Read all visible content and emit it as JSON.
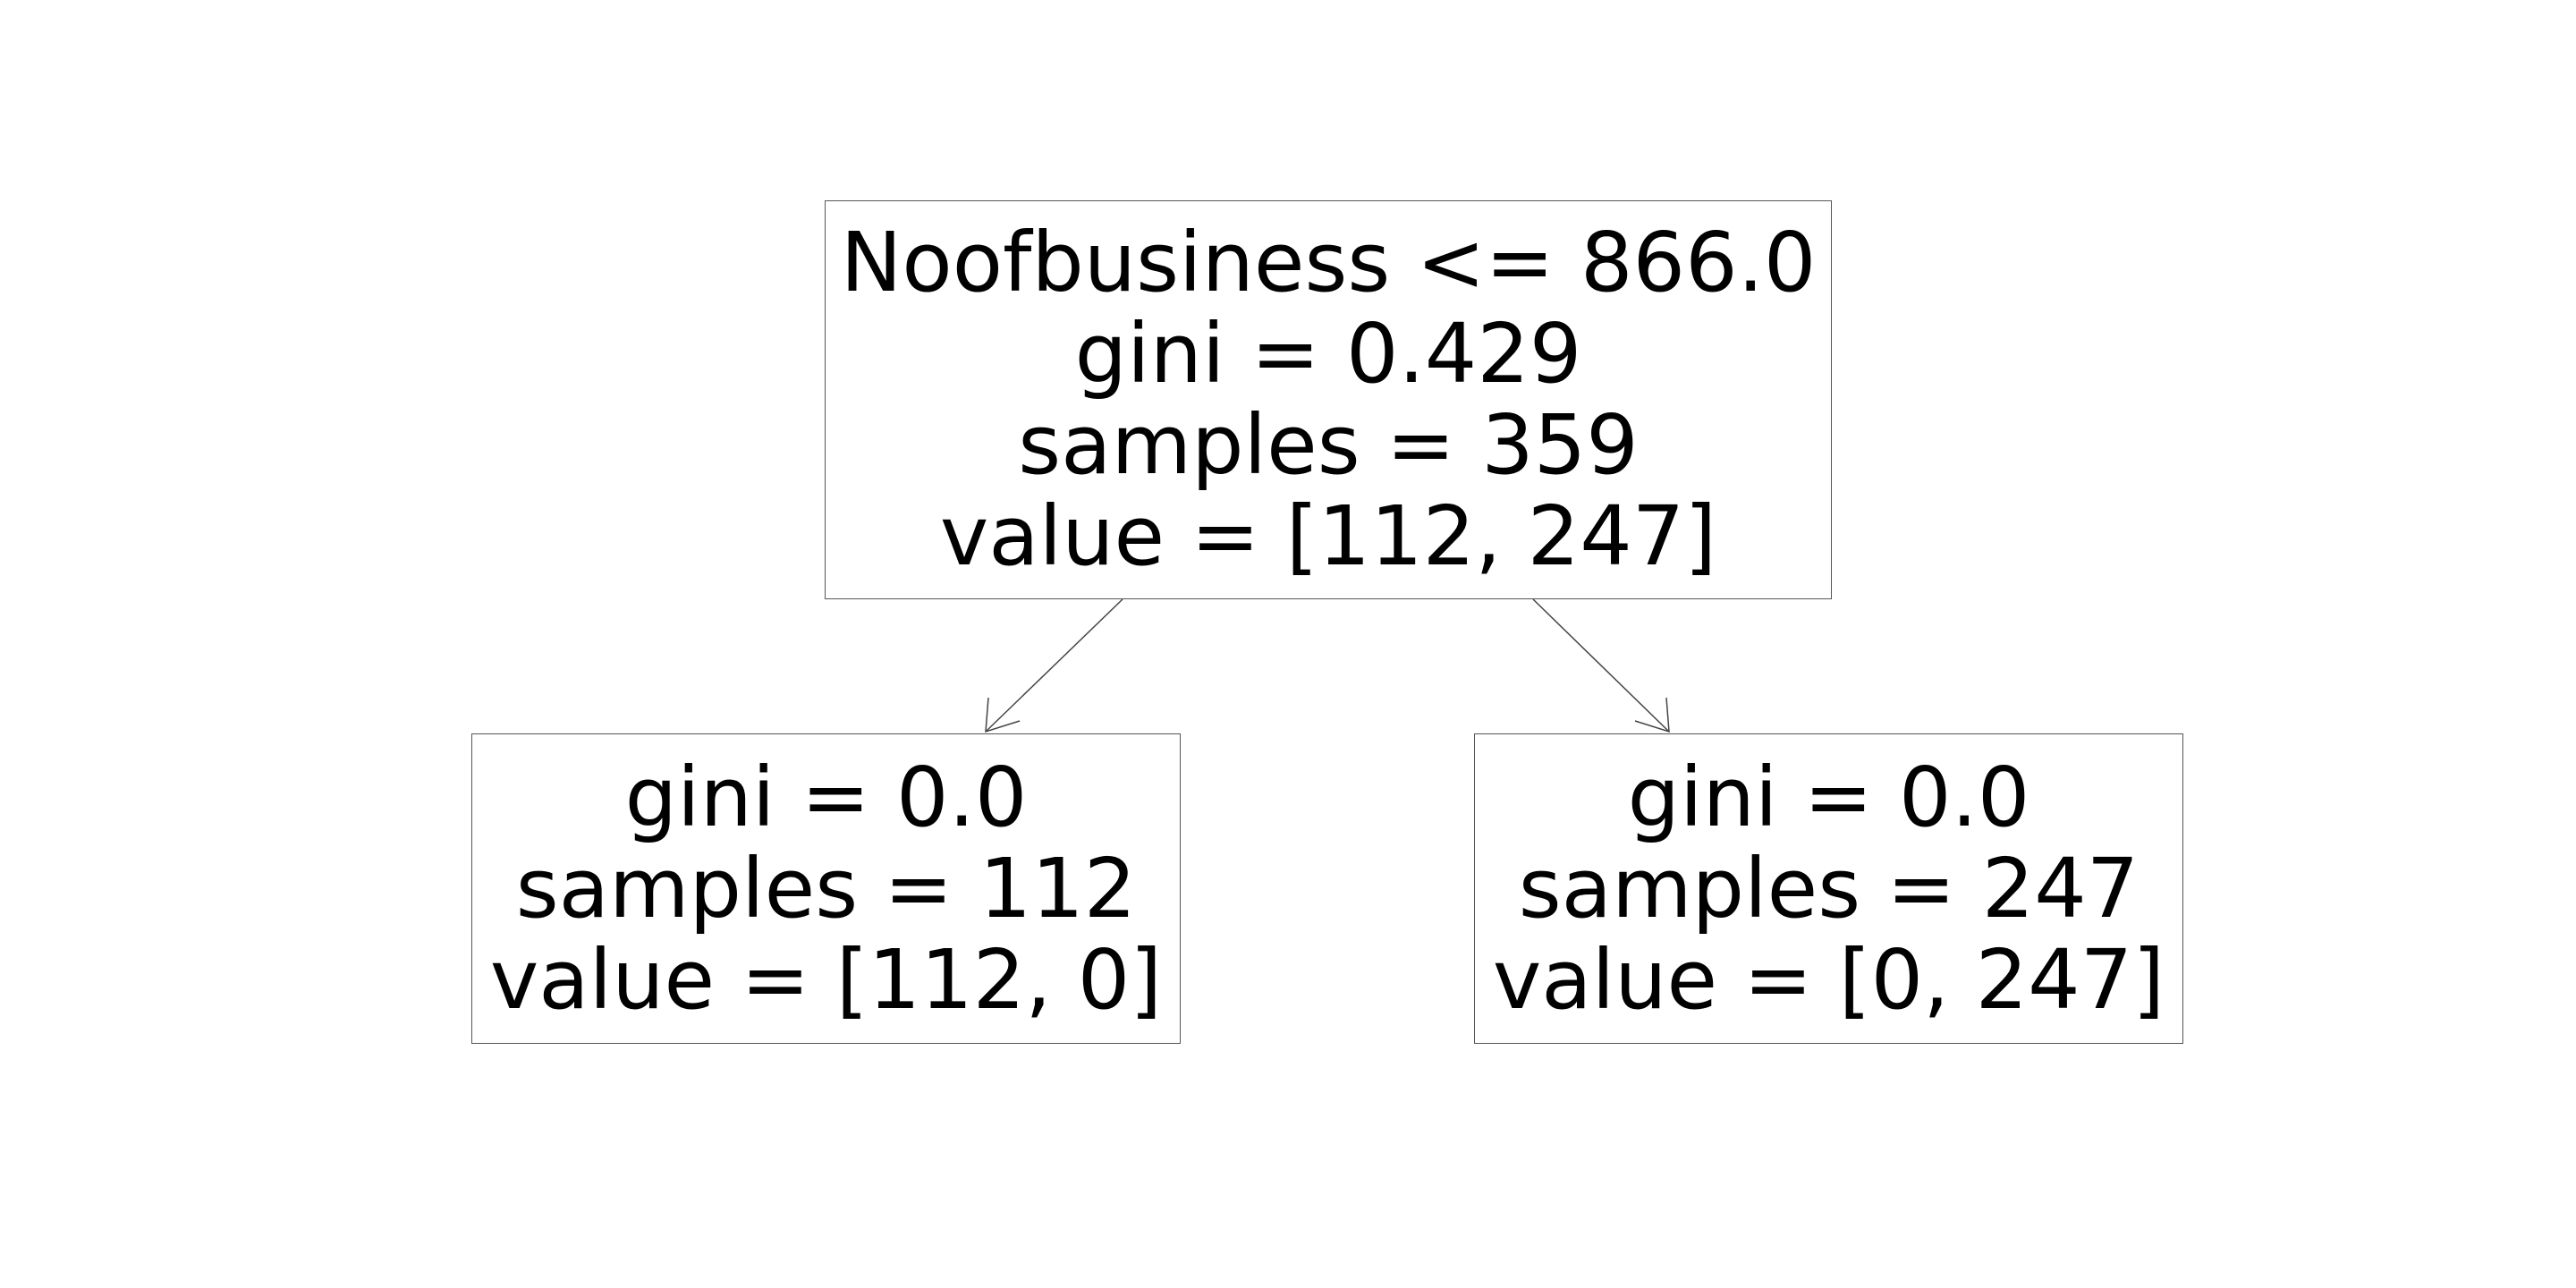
{
  "tree": {
    "root": {
      "split": "Noofbusiness <= 866.0",
      "gini": "gini = 0.429",
      "samples": "samples = 359",
      "value": "value = [112, 247]"
    },
    "left": {
      "gini": "gini = 0.0",
      "samples": "samples = 112",
      "value": "value = [112, 0]"
    },
    "right": {
      "gini": "gini = 0.0",
      "samples": "samples = 247",
      "value": "value = [0, 247]"
    }
  },
  "colors": {
    "background": "#ffffff",
    "border": "#555555",
    "edge": "#444444",
    "text": "#000000"
  }
}
